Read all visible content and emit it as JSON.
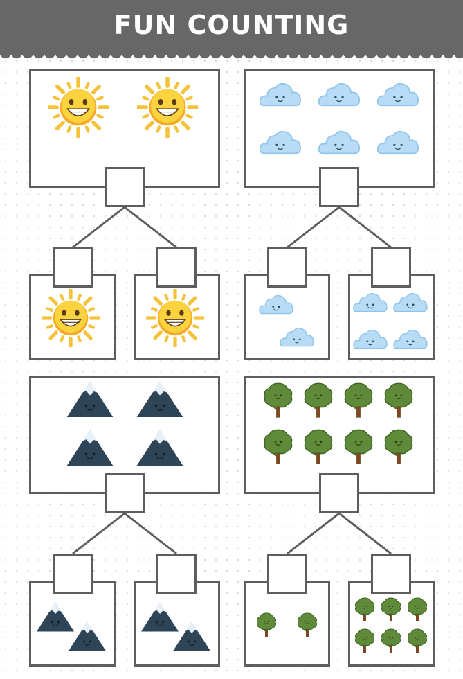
{
  "title": "FUN COUNTING",
  "colors": {
    "header": "#676767",
    "border": "#5e5e5e",
    "sun": "#f5c33b",
    "cloud": "#b8dcf5",
    "mountain": "#2e4457",
    "tree": "#5f8a3a"
  },
  "groups": [
    {
      "icon": "sun-icon",
      "total": 2,
      "parts": [
        1,
        1
      ]
    },
    {
      "icon": "cloud-icon",
      "total": 6,
      "parts": [
        2,
        4
      ]
    },
    {
      "icon": "mountain-icon",
      "total": 4,
      "parts": [
        2,
        2
      ]
    },
    {
      "icon": "tree-icon",
      "total": 8,
      "parts": [
        2,
        6
      ]
    }
  ]
}
